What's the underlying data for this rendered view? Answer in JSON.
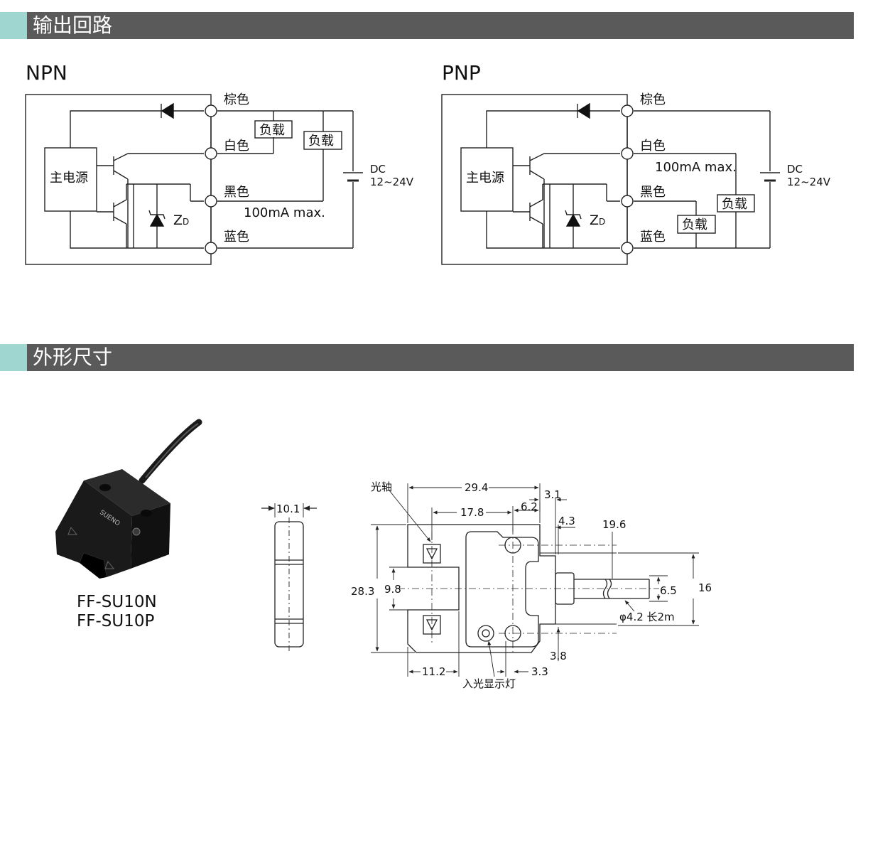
{
  "sections": {
    "output_circuit": "输出回路",
    "dimensions": "外形尺寸"
  },
  "npn": {
    "heading": "NPN",
    "main_power": "主电源",
    "wire_brown": "棕色",
    "wire_white": "白色",
    "wire_black": "黑色",
    "wire_blue": "蓝色",
    "load_1": "负载",
    "load_2": "负载",
    "current": "100mA max.",
    "dc": "DC",
    "voltage": "12~24V",
    "zener_z": "Z",
    "zener_d": "D"
  },
  "pnp": {
    "heading": "PNP",
    "main_power": "主电源",
    "wire_brown": "棕色",
    "wire_white": "白色",
    "wire_black": "黑色",
    "wire_blue": "蓝色",
    "load_1": "负载",
    "load_2": "负载",
    "current": "100mA max.",
    "dc": "DC",
    "voltage": "12~24V",
    "zener_z": "Z",
    "zener_d": "D"
  },
  "product": {
    "model_1": "FF-SU10N",
    "model_2": "FF-SU10P",
    "brand": "SUENO"
  },
  "dimensions": {
    "side_width": "10.1",
    "optical_axis": "光轴",
    "overall_length": "29.4",
    "gap_to_edge": "3.1",
    "axis_to_hole": "17.8",
    "hole_offset": "6.2",
    "cable_step": "4.3",
    "cable_length_dim": "19.6",
    "height": "28.3",
    "slot_width": "9.8",
    "cable_dia_box": "6.5",
    "mount_spacing": "16",
    "cable_spec": "φ4.2 长2m",
    "bottom_step": "3.8",
    "slot_offset": "11.2",
    "hole_inset": "3.3",
    "indicator_label": "入光显示灯"
  }
}
